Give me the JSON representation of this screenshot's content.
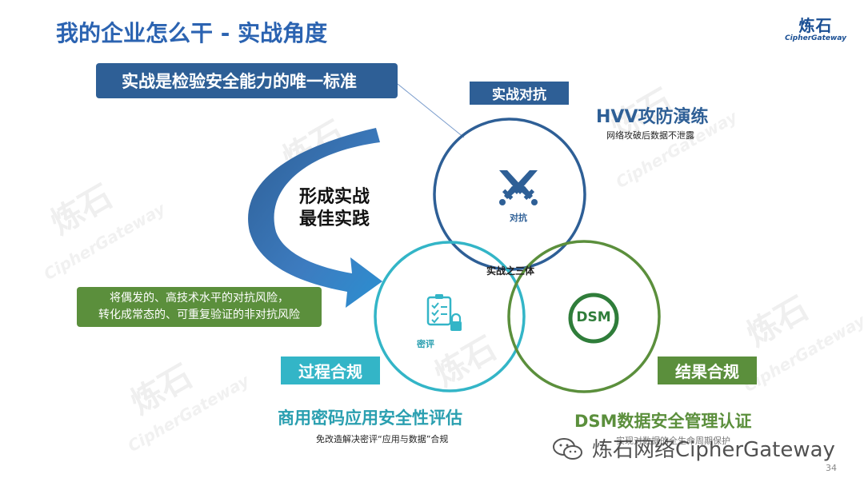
{
  "slide": {
    "title": "我的企业怎么干 - 实战角度",
    "page_number": "34"
  },
  "logo": {
    "cn": "炼石",
    "en": "CipherGateway"
  },
  "watermark": {
    "cn": "炼石",
    "en": "CipherGateway"
  },
  "banner": {
    "text": "实战是检验安全能力的唯一标准"
  },
  "arrow": {
    "line1": "形成实战",
    "line2": "最佳实践"
  },
  "green_box": {
    "line1": "将偶发的、高技术水平的对抗风险，",
    "line2": "转化成常态的、可重复验证的非对抗风险"
  },
  "circles": {
    "confront": {
      "label_box": "实战对抗",
      "icon_caption": "对抗",
      "heading": "HVV攻防演练",
      "sub": "网络攻破后数据不泄露",
      "color": "#2e5f96"
    },
    "process": {
      "label_box": "过程合规",
      "icon_caption": "密评",
      "heading": "商用密码应用安全性评估",
      "sub": "免改造解决密评“应用与数据”合规",
      "color": "#33b5c7"
    },
    "result": {
      "label_box": "结果合规",
      "icon_text": "DSM",
      "heading": "DSM数据安全管理认证",
      "sub": "实现对数据的全生命周期保护",
      "color": "#5b8f3c"
    },
    "intersection": "实战之三体"
  },
  "wechat_overlay": {
    "text": "炼石网络CipherGateway"
  }
}
